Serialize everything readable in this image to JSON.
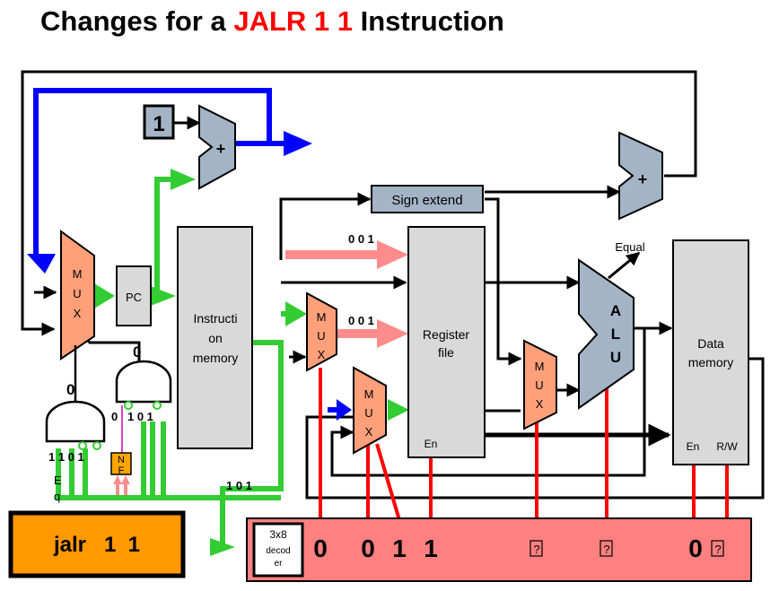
{
  "title": {
    "prefix": "Changes for a ",
    "highlight": "JALR 1 1",
    "suffix": " Instruction",
    "highlight_color": "#ff0000"
  },
  "blocks": {
    "constant_one": "1",
    "pc": "PC",
    "instruction_memory": [
      "Instructi",
      "on",
      "memory"
    ],
    "sign_extend": "Sign extend",
    "register_file": [
      "Register",
      "file"
    ],
    "register_file_enable": "En",
    "alu": [
      "A",
      "L",
      "U"
    ],
    "equal_label": "Equal",
    "data_memory": [
      "Data",
      "memory"
    ],
    "data_memory_enable": "En",
    "data_memory_rw": "R/W",
    "mux_letters": [
      "M",
      "U",
      "X"
    ],
    "nf_letters": [
      "N",
      "F"
    ],
    "decoder": [
      "3x8",
      "decod",
      "er"
    ],
    "eq_letters": [
      "E",
      "q"
    ]
  },
  "adder_symbol": "+",
  "gate_outputs": {
    "nand_output": "0",
    "and_output": "0"
  },
  "signal_labels": {
    "reg_a_select": "0 0 1",
    "reg_b_select": "0 0 1",
    "opcode_bus": "1 0 1",
    "and_inputs": "1 1 0 1",
    "nand_inputs_left": "0",
    "nand_inputs_right": "1 0 1"
  },
  "instruction": "jalr   1  1",
  "control_values": [
    "0",
    "0",
    "1",
    "1",
    "?",
    "?",
    "0",
    "?"
  ],
  "colors": {
    "active_path": "#33cc33",
    "blue_path": "#0000ff",
    "control_line": "#ff0000",
    "mux_fill": "#ffa07a",
    "adder_fill": "#a3b4c6",
    "block_fill": "#d9d9d9",
    "control_bar": "#ff8080",
    "instruction_box": "#ff9900",
    "salmon_arrow": "#ff8c8c",
    "nf_fill": "#ffa500"
  }
}
